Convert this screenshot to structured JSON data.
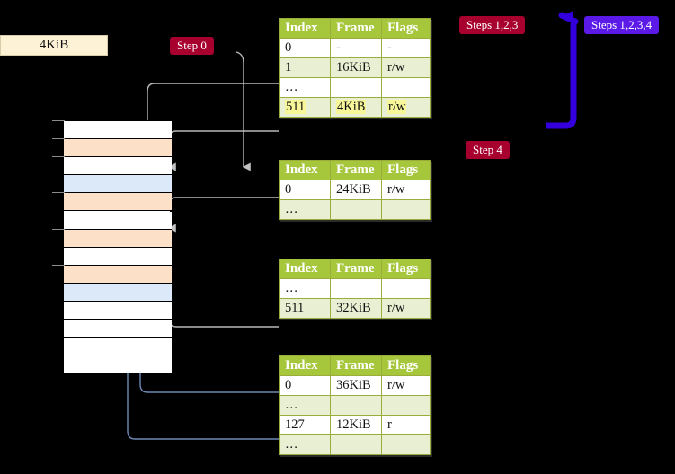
{
  "diagram": {
    "title_boxes": {
      "source_box": "4KiB"
    },
    "badges": [
      {
        "id": "step0",
        "label": "Step 0",
        "color": "#a8002e"
      },
      {
        "id": "steps123",
        "label": "Steps 1,2,3",
        "color": "#a8002e"
      },
      {
        "id": "steps1234",
        "label": "Steps 1,2,3,4",
        "color": "#5b1ae8"
      },
      {
        "id": "step4",
        "label": "Step 4",
        "color": "#a8002e"
      }
    ],
    "memory_column": {
      "rows": [
        {
          "index": 0,
          "fill": "white"
        },
        {
          "index": 1,
          "fill": "peach"
        },
        {
          "index": 2,
          "fill": "white"
        },
        {
          "index": 3,
          "fill": "bluecell"
        },
        {
          "index": 4,
          "fill": "peach"
        },
        {
          "index": 5,
          "fill": "white"
        },
        {
          "index": 6,
          "fill": "peach"
        },
        {
          "index": 7,
          "fill": "white"
        },
        {
          "index": 8,
          "fill": "peach"
        },
        {
          "index": 9,
          "fill": "bluecell"
        },
        {
          "index": 10,
          "fill": "white"
        },
        {
          "index": 11,
          "fill": "white"
        },
        {
          "index": 12,
          "fill": "white"
        },
        {
          "index": 13,
          "fill": "white"
        }
      ]
    },
    "tables": [
      {
        "id": "table-1",
        "headers": [
          "Index",
          "Frame",
          "Flags"
        ],
        "rows": [
          {
            "style": "plain",
            "cells": [
              "0",
              "-",
              "-"
            ],
            "highlight": false
          },
          {
            "style": "alt",
            "cells": [
              "1",
              "16KiB",
              "r/w"
            ],
            "highlight": false
          },
          {
            "style": "plain",
            "cells": [
              "…",
              "",
              ""
            ],
            "highlight": false
          },
          {
            "style": "alt",
            "cells": [
              "511",
              "4KiB",
              "r/w"
            ],
            "highlight": true
          }
        ]
      },
      {
        "id": "table-2",
        "headers": [
          "Index",
          "Frame",
          "Flags"
        ],
        "rows": [
          {
            "style": "plain",
            "cells": [
              "0",
              "24KiB",
              "r/w"
            ],
            "highlight": false
          },
          {
            "style": "alt",
            "cells": [
              "…",
              "",
              ""
            ],
            "highlight": false
          }
        ]
      },
      {
        "id": "table-3",
        "headers": [
          "Index",
          "Frame",
          "Flags"
        ],
        "rows": [
          {
            "style": "plain",
            "cells": [
              "…",
              "",
              ""
            ],
            "highlight": false
          },
          {
            "style": "alt",
            "cells": [
              "511",
              "32KiB",
              "r/w"
            ],
            "highlight": false
          }
        ]
      },
      {
        "id": "table-4",
        "headers": [
          "Index",
          "Frame",
          "Flags"
        ],
        "rows": [
          {
            "style": "plain",
            "cells": [
              "0",
              "36KiB",
              "r/w"
            ],
            "highlight": false
          },
          {
            "style": "alt",
            "cells": [
              "…",
              "",
              ""
            ],
            "highlight": false
          },
          {
            "style": "plain",
            "cells": [
              "127",
              "12KiB",
              "r"
            ],
            "highlight": false
          },
          {
            "style": "alt",
            "cells": [
              "…",
              "",
              ""
            ],
            "highlight": false
          }
        ]
      }
    ],
    "colors": {
      "table_header": "#a6c63c",
      "table_alt_row": "#e9efd2",
      "memory_peach": "#fce0c8",
      "memory_blue": "#dce9f8",
      "source_box": "#fdf2d6",
      "highlight": "#f7f79a",
      "grey_arrow": "#b3b3b3",
      "blue_arrow": "#6f8bb5",
      "big_arrow": "#3300dd"
    }
  }
}
